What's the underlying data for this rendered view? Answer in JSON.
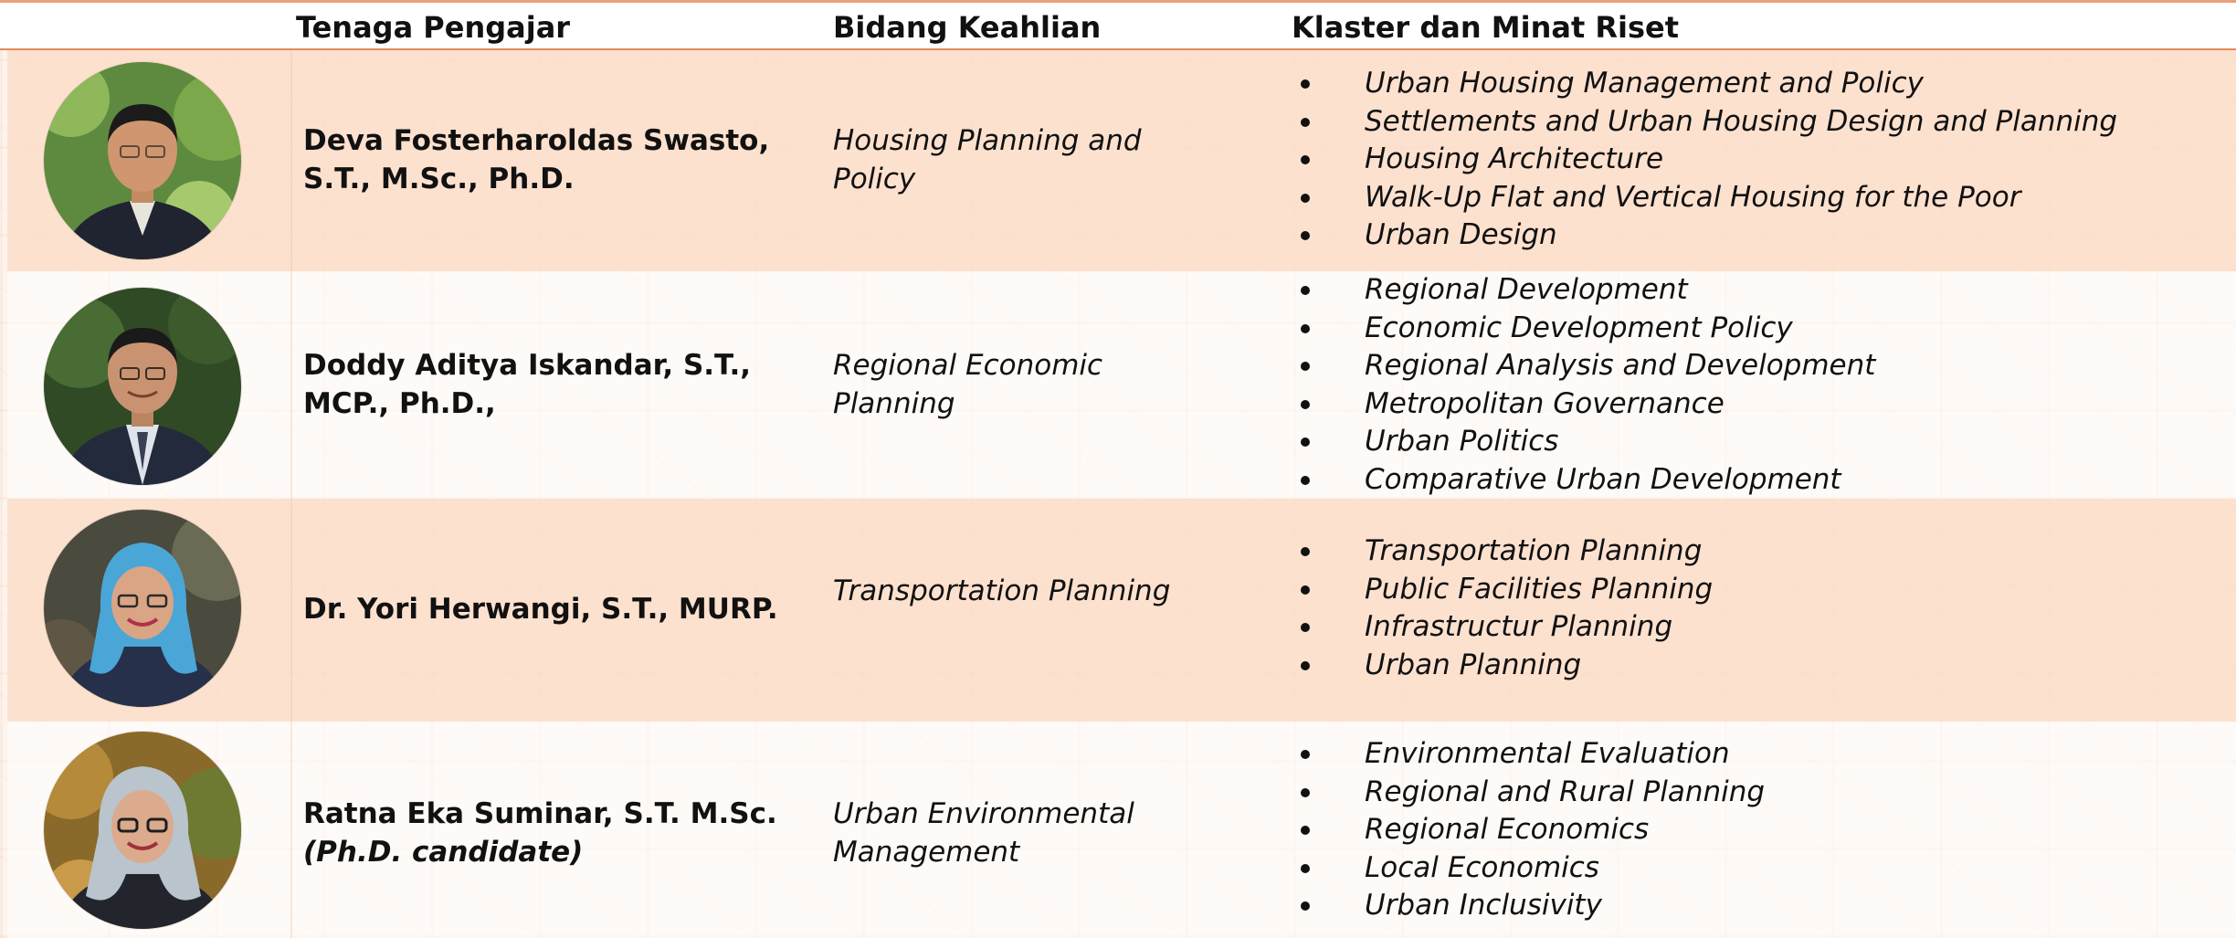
{
  "header": {
    "col_lecturer": "Tenaga Pengajar",
    "col_expertise": "Bidang Keahlian",
    "col_research": "Klaster dan Minat Riset"
  },
  "faculty": [
    {
      "name": "Deva Fosterharoldas Swasto, S.T., M.Sc., Ph.D.",
      "candidate_note": "",
      "expertise": "Housing Planning and Policy",
      "topics": [
        "Urban Housing Management and Policy",
        "Settlements and Urban Housing Design and Planning",
        "Housing Architecture",
        "Walk-Up Flat and Vertical Housing for the Poor",
        "Urban Design"
      ]
    },
    {
      "name": "Doddy Aditya Iskandar, S.T., MCP., Ph.D.,",
      "candidate_note": "",
      "expertise": "Regional Economic Planning",
      "topics": [
        "Regional Development",
        "Economic Development Policy",
        "Regional Analysis and Development",
        "Metropolitan Governance",
        "Urban Politics",
        "Comparative Urban Development"
      ]
    },
    {
      "name": "Dr. Yori Herwangi, S.T., MURP.",
      "candidate_note": "",
      "expertise": "Transportation Planning",
      "topics": [
        "Transportation Planning",
        "Public Facilities Planning",
        "Infrastructur Planning",
        "Urban Planning"
      ]
    },
    {
      "name": "Ratna Eka Suminar, S.T. M.Sc.",
      "candidate_note": "(Ph.D. candidate)",
      "expertise": "Urban Environmental Management",
      "topics": [
        "Environmental Evaluation",
        "Regional and Rural Planning",
        "Regional Economics",
        "Local Economics",
        "Urban Inclusivity"
      ]
    }
  ]
}
